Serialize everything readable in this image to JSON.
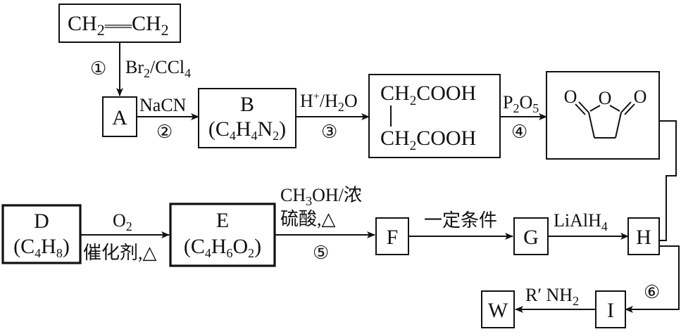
{
  "nodes": {
    "ethylene": {
      "parts": [
        "CH",
        "2",
        "═══",
        "CH",
        "2"
      ]
    },
    "A": "A",
    "B": {
      "label": "B",
      "formula": [
        "(C",
        "4",
        "H",
        "4",
        "N",
        "2",
        ")"
      ]
    },
    "succinic": {
      "top": [
        "CH",
        "2",
        "COOH"
      ],
      "bottom": [
        "CH",
        "2",
        "COOH"
      ]
    },
    "anhydride": {
      "o_left": "O",
      "o_ring": "O",
      "o_right": "O"
    },
    "D": {
      "label": "D",
      "formula": [
        "(C",
        "4",
        "H",
        "8",
        ")"
      ]
    },
    "E": {
      "label": "E",
      "formula": [
        "(C",
        "4",
        "H",
        "6",
        "O",
        "2",
        ")"
      ]
    },
    "F": "F",
    "G": "G",
    "H": "H",
    "I": "I",
    "W": "W"
  },
  "reagents": {
    "step1": {
      "num": "①",
      "text": [
        "Br",
        "2",
        "/CCl",
        "4"
      ]
    },
    "step2": {
      "num": "②",
      "text": "NaCN"
    },
    "step3": {
      "num": "③",
      "text": [
        "H",
        "+",
        "/H",
        "2",
        "O"
      ]
    },
    "step4": {
      "num": "④",
      "text": [
        "P",
        "2",
        "O",
        "5"
      ]
    },
    "D_to_E": {
      "top": [
        "O",
        "2"
      ],
      "bottom": "催化剂,△"
    },
    "step5": {
      "num": "⑤",
      "line1": [
        "CH",
        "3",
        "OH/浓"
      ],
      "line2": "硫酸,△"
    },
    "F_to_G": "一定条件",
    "G_to_H": [
      "LiAlH",
      "4"
    ],
    "step6": {
      "num": "⑥"
    },
    "I_to_W": [
      "R′ NH",
      "2"
    ]
  }
}
